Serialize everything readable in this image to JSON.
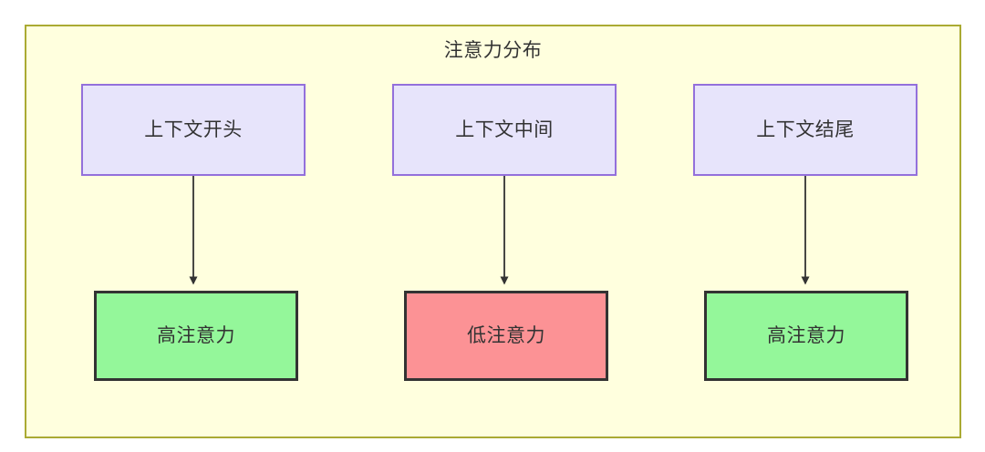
{
  "diagram": {
    "title": "注意力分布",
    "colors": {
      "cluster_fill": "#ffffde",
      "cluster_border": "#aaaa33",
      "context_fill": "#e7e4fb",
      "context_border": "#9370db",
      "high_fill": "#94f79a",
      "low_fill": "#fc9295",
      "node_border": "#333333",
      "edge": "#333333",
      "text": "#333333"
    },
    "nodes": {
      "context_start": "上下文开头",
      "context_middle": "上下文中间",
      "context_end": "上下文结尾",
      "attention_high_left": "高注意力",
      "attention_low_middle": "低注意力",
      "attention_high_right": "高注意力"
    },
    "edges": [
      {
        "from": "上下文开头",
        "to": "高注意力",
        "label": ""
      },
      {
        "from": "上下文中间",
        "to": "低注意力",
        "label": ""
      },
      {
        "from": "上下文结尾",
        "to": "高注意力",
        "label": ""
      }
    ]
  }
}
